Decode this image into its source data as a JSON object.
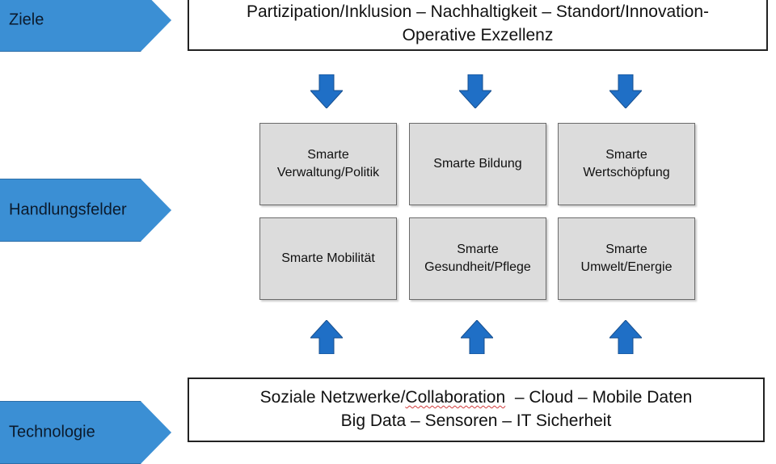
{
  "labels": {
    "ziele": "Ziele",
    "handlungsfelder": "Handlungsfelder",
    "technologie": "Technologie"
  },
  "ziele_box": {
    "line1": "Partizipation/Inklusion – Nachhaltigkeit – Standort/Innovation-",
    "line2": "Operative Exzellenz"
  },
  "fields": {
    "verwaltung": [
      "Smarte",
      "Verwaltung/Politik"
    ],
    "bildung": [
      "Smarte Bildung"
    ],
    "wertschoepfung": [
      "Smarte",
      "Wertschöpfung"
    ],
    "mobilitaet": [
      "Smarte Mobilität"
    ],
    "gesundheit": [
      "Smarte",
      "Gesundheit/Pflege"
    ],
    "umwelt": [
      "Smarte",
      "Umwelt/Energie"
    ]
  },
  "technologie_box": {
    "line1_a": "Soziale Netzwerke/",
    "line1_b": "Collaboration",
    "line1_c": "  – Cloud – Mobile Daten",
    "line2": "Big Data – Sensoren – IT Sicherheit"
  },
  "colors": {
    "chevron": "#3b8fd4",
    "arrow": "#1f6fc6",
    "field_fill": "#dcdcdc"
  }
}
